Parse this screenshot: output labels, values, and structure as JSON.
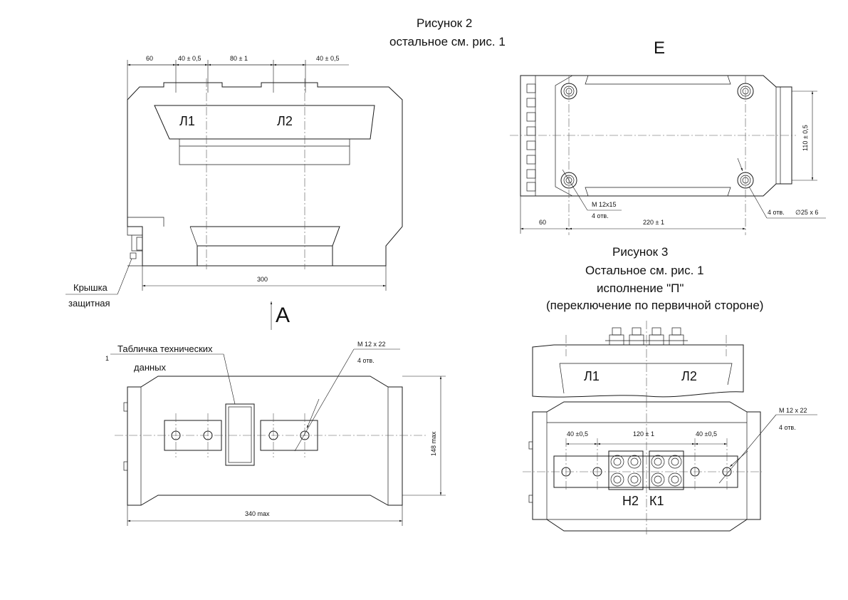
{
  "figure2": {
    "title": "Рисунок 2",
    "subtitle": "остальное см. рис. 1"
  },
  "figure3": {
    "title": "Рисунок 3",
    "line2": "Остальное см. рис. 1",
    "line3": "исполнение \"П\"",
    "line4": "(переключение по первичной стороне)"
  },
  "views": {
    "e": "Е",
    "a": "А"
  },
  "front_view": {
    "terminal1": "Л1",
    "terminal2": "Л2",
    "dim_60": "60",
    "dim_40a": "40 ± 0,5",
    "dim_80": "80 ± 1",
    "dim_40b": "40 ± 0,5",
    "dim_300": "300",
    "cover_line1": "Крышка",
    "cover_line2": "защитная"
  },
  "view_e": {
    "dim_110": "110 ± 0,5",
    "dim_60": "60",
    "dim_220": "220 ± 1",
    "thread": "М 12х15",
    "holes1": "4 отв.",
    "holes2": "4 отв.",
    "bore": "∅25 х 6"
  },
  "view_a": {
    "nameplate_line1": "Табличка технических",
    "nameplate_line2": "данных",
    "leader_num": "1",
    "thread": "М 12  х 22",
    "holes": "4 отв.",
    "dim_148": "148   max",
    "dim_340": "340   max"
  },
  "fig3_top": {
    "terminal1": "Л1",
    "terminal2": "Л2"
  },
  "fig3_bottom": {
    "dim_40a": "40 ±0,5",
    "dim_120": "120 ± 1",
    "dim_40b": "40 ±0,5",
    "thread": "М 12  х 22",
    "holes": "4 отв.",
    "h2": "Н2",
    "k1": "К1"
  }
}
